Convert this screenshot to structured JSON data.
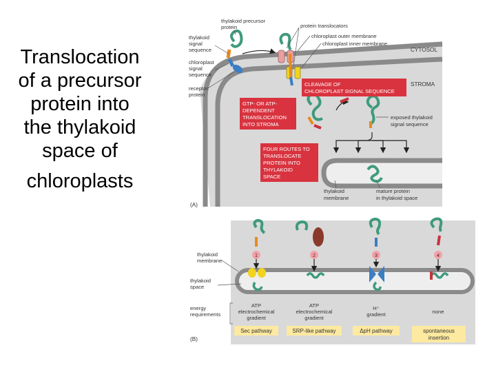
{
  "title_lines": [
    "Translocation",
    "of a precursor",
    "protein into",
    "the thylakoid",
    "space of",
    "chloroplasts"
  ],
  "panel_a": {
    "label": "(A)",
    "left_labels": {
      "thylakoid_signal": [
        "thylakoid",
        "signal",
        "sequence"
      ],
      "chloroplast_signal": [
        "chloroplast",
        "signal",
        "sequence"
      ],
      "receptor": [
        "receptor",
        "protein"
      ]
    },
    "top_labels": {
      "precursor": [
        "thylakoid precursor",
        "protein"
      ],
      "translocators": "protein translocators",
      "outer": "chloroplast outer membrane",
      "inner": "chloroplast inner membrane"
    },
    "cytosol": "CYTOSOL",
    "stroma": "STROMA",
    "box_cleavage": [
      "CLEAVAGE OF",
      "CHLOROPLAST SIGNAL SEQUENCE"
    ],
    "box_gtp": [
      "GTP- OR ATP-",
      "DEPENDENT",
      "TRANSLOCATION",
      "INTO STROMA"
    ],
    "box_routes": [
      "FOUR ROUTES TO",
      "TRANSLOCATE",
      "PROTEIN INTO",
      "THYLAKOID",
      "SPACE"
    ],
    "exposed": [
      "exposed thylakoid",
      "signal sequence"
    ],
    "thylakoid_membrane": [
      "thylakoid",
      "membrane"
    ],
    "mature": [
      "mature protein",
      "in thylakoid space"
    ]
  },
  "panel_b": {
    "label": "(B)",
    "left_labels": {
      "membrane": [
        "thylakoid",
        "membrane"
      ],
      "space": [
        "thylakoid",
        "space"
      ],
      "energy": [
        "energy",
        "requirements"
      ]
    },
    "routes": [
      {
        "num": "1",
        "energy": [
          "ATP",
          "electrochemical",
          "gradient"
        ],
        "pathway": [
          "Sec pathway"
        ]
      },
      {
        "num": "2",
        "energy": [
          "ATP",
          "electrochemical",
          "gradient"
        ],
        "pathway": [
          "SRP-like pathway"
        ]
      },
      {
        "num": "3",
        "energy": [
          "H⁺",
          "gradient"
        ],
        "pathway": [
          "ΔpH pathway"
        ]
      },
      {
        "num": "4",
        "energy": [
          "none"
        ],
        "pathway": [
          "spontaneous",
          "insertion"
        ]
      }
    ]
  },
  "colors": {
    "gray_bg": "#d9d9d9",
    "membrane_gray": "#888888",
    "red_box": "#d8333f",
    "yellow_box": "#fde9a0",
    "pink_circle": "#f4a0a8",
    "protein_green": "#3e9a7d",
    "signal_orange": "#e88a1e",
    "signal_blue": "#3a7ec4",
    "translocator_pink": "#e7a0a0",
    "translocator_yellow": "#f2d31e"
  }
}
